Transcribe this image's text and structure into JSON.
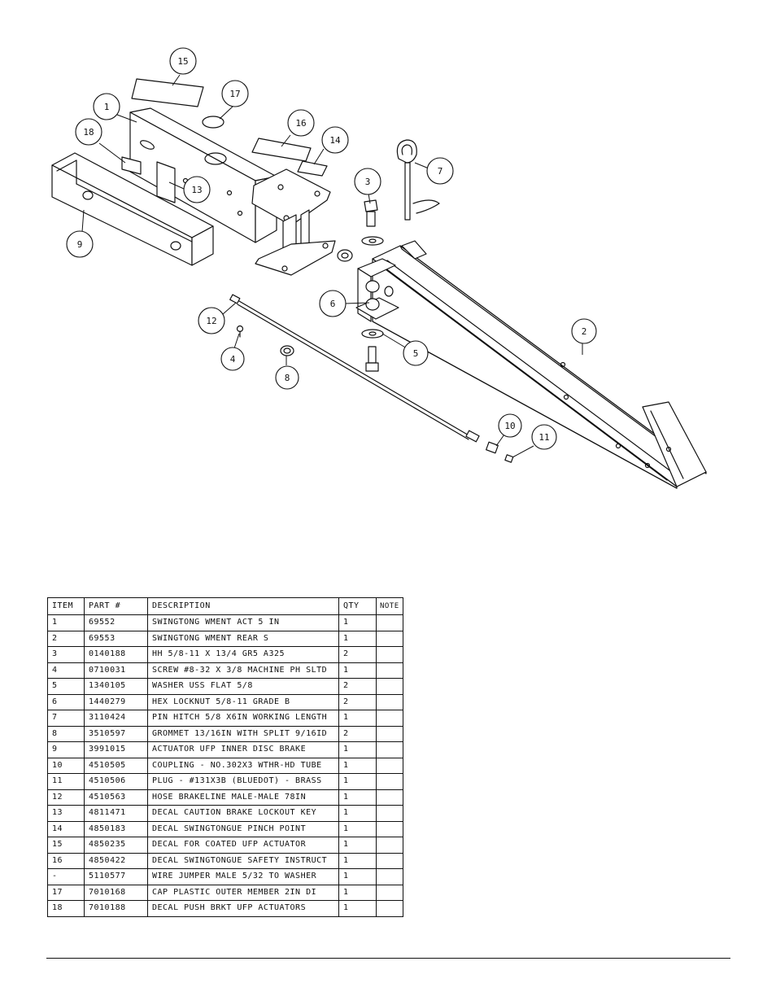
{
  "callouts": [
    "15",
    "17",
    "1",
    "18",
    "16",
    "14",
    "13",
    "9",
    "3",
    "7",
    "6",
    "12",
    "4",
    "8",
    "5",
    "2",
    "10",
    "11"
  ],
  "table": {
    "headers": {
      "item": "ITEM",
      "part": "PART #",
      "description": "DESCRIPTION",
      "qty": "QTY",
      "note": "NOTE"
    },
    "rows": [
      {
        "item": "1",
        "part": "69552",
        "description": "SWINGTONG WMENT ACT 5 IN",
        "qty": "1",
        "note": ""
      },
      {
        "item": "2",
        "part": "69553",
        "description": "SWINGTONG WMENT REAR S",
        "qty": "1",
        "note": ""
      },
      {
        "item": "3",
        "part": "0140188",
        "description": "HH 5/8-11 X 13/4  GR5 A325",
        "qty": "2",
        "note": ""
      },
      {
        "item": "4",
        "part": "0710031",
        "description": "SCREW #8-32 X 3/8 MACHINE PH SLTD",
        "qty": "1",
        "note": ""
      },
      {
        "item": "5",
        "part": "1340105",
        "description": "WASHER USS FLAT 5/8",
        "qty": "2",
        "note": ""
      },
      {
        "item": "6",
        "part": "1440279",
        "description": "HEX LOCKNUT 5/8-11 GRADE B",
        "qty": "2",
        "note": ""
      },
      {
        "item": "7",
        "part": "3110424",
        "description": "PIN HITCH 5/8 X6IN WORKING LENGTH",
        "qty": "1",
        "note": ""
      },
      {
        "item": "8",
        "part": "3510597",
        "description": "GROMMET 13/16IN  WITH SPLIT 9/16ID",
        "qty": "2",
        "note": ""
      },
      {
        "item": "9",
        "part": "3991015",
        "description": "ACTUATOR UFP INNER  DISC BRAKE",
        "qty": "1",
        "note": ""
      },
      {
        "item": "10",
        "part": "4510505",
        "description": "COUPLING - NO.302X3 WTHR-HD TUBE",
        "qty": "1",
        "note": ""
      },
      {
        "item": "11",
        "part": "4510506",
        "description": "PLUG - #131X3B (BLUEDOT) - BRASS",
        "qty": "1",
        "note": ""
      },
      {
        "item": "12",
        "part": "4510563",
        "description": "HOSE BRAKELINE MALE-MALE 78IN",
        "qty": "1",
        "note": ""
      },
      {
        "item": "13",
        "part": "4811471",
        "description": "DECAL CAUTION BRAKE LOCKOUT KEY",
        "qty": "1",
        "note": ""
      },
      {
        "item": "14",
        "part": "4850183",
        "description": "DECAL SWINGTONGUE PINCH POINT",
        "qty": "1",
        "note": ""
      },
      {
        "item": "15",
        "part": "4850235",
        "description": "DECAL FOR COATED UFP ACTUATOR",
        "qty": "1",
        "note": ""
      },
      {
        "item": "16",
        "part": "4850422",
        "description": "DECAL SWINGTONGUE SAFETY INSTRUCT",
        "qty": "1",
        "note": ""
      },
      {
        "item": "-",
        "part": "5110577",
        "description": "WIRE JUMPER MALE 5/32 TO WASHER",
        "qty": "1",
        "note": ""
      },
      {
        "item": "17",
        "part": "7010168",
        "description": "CAP  PLASTIC OUTER MEMBER 2IN DI",
        "qty": "1",
        "note": ""
      },
      {
        "item": "18",
        "part": "7010188",
        "description": "DECAL PUSH BRKT UFP ACTUATORS",
        "qty": "1",
        "note": ""
      }
    ]
  }
}
